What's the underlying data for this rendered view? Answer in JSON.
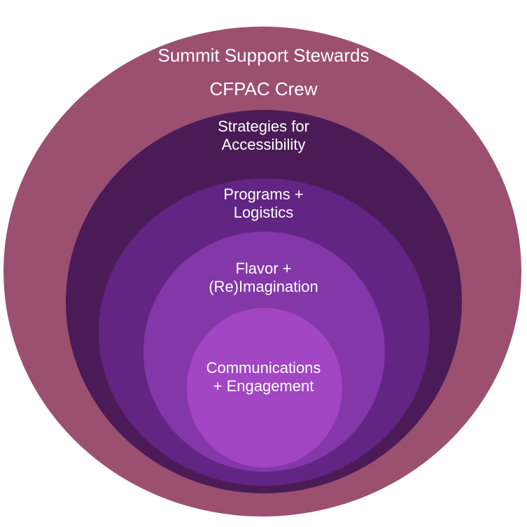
{
  "diagram": {
    "outer_ring": {
      "title": "Summit Support Stewards",
      "subtitle": "CFPAC Crew",
      "color": "#9b5070"
    },
    "rings": [
      {
        "lines": [
          "Strategies for",
          "Accessibility"
        ],
        "color": "#4b1b57"
      },
      {
        "lines": [
          "Programs +",
          "Logistics"
        ],
        "color": "#622583"
      },
      {
        "lines": [
          "Flavor +",
          "(Re)Imagination"
        ],
        "color": "#8437a8"
      },
      {
        "lines": [
          "Communications",
          "+ Engagement"
        ],
        "color": "#a246c4"
      }
    ]
  }
}
